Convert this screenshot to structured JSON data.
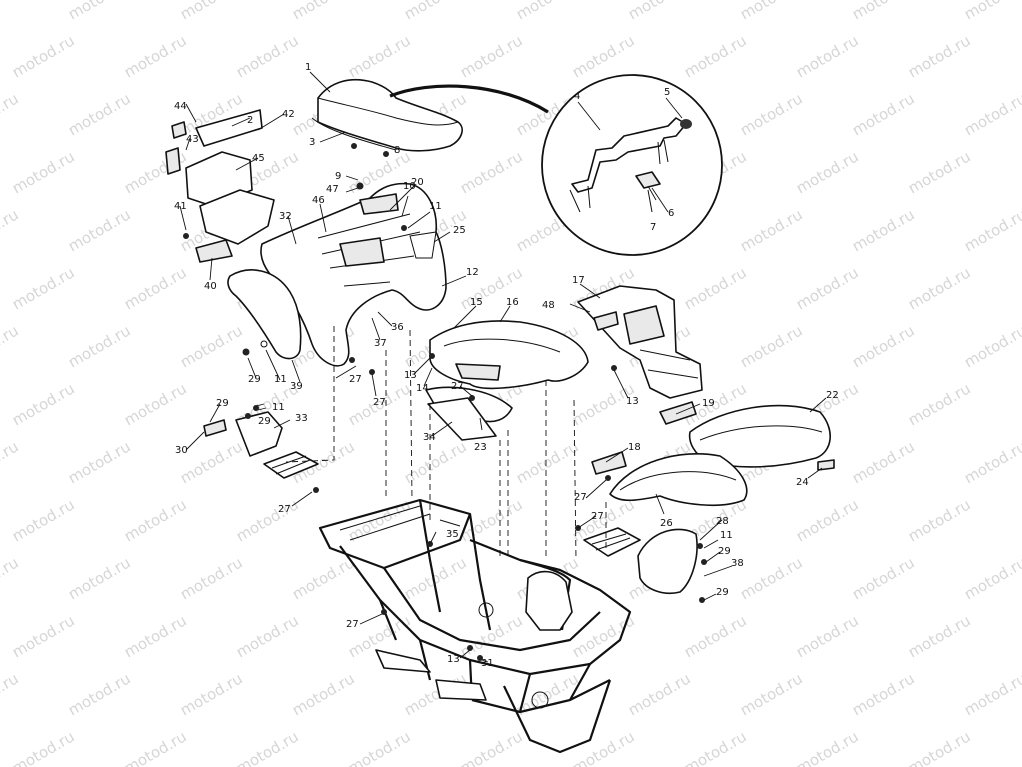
{
  "watermark": "motod.ru",
  "callouts": [
    "1",
    "2",
    "3",
    "4",
    "5",
    "6",
    "7",
    "8",
    "9",
    "10",
    "11",
    "12",
    "13",
    "14",
    "15",
    "16",
    "17",
    "18",
    "19",
    "20",
    "22",
    "23",
    "24",
    "25",
    "26",
    "27",
    "28",
    "29",
    "30",
    "31",
    "32",
    "33",
    "34",
    "35",
    "36",
    "37",
    "38",
    "39",
    "40",
    "41",
    "42",
    "43",
    "44",
    "45",
    "46",
    "47",
    "48"
  ]
}
